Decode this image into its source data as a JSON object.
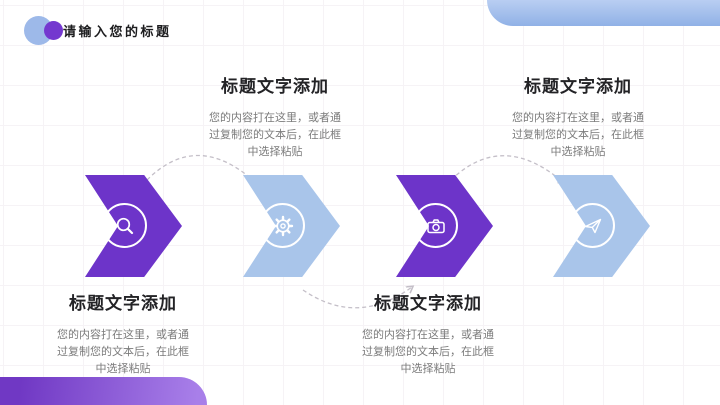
{
  "slide_title": "请输入您的标题",
  "steps": [
    {
      "title": "标题文字添加",
      "body": "您的内容打在这里，或者通过复制您的文本后，在此框中选择粘贴",
      "icon": "search-icon",
      "arrow_color": "#6D34C9"
    },
    {
      "title": "标题文字添加",
      "body": "您的内容打在这里，或者通过复制您的文本后，在此框中选择粘贴",
      "icon": "gear-icon",
      "arrow_color": "#A9C5EA"
    },
    {
      "title": "标题文字添加",
      "body": "您的内容打在这里，或者通过复制您的文本后，在此框中选择粘贴",
      "icon": "camera-icon",
      "arrow_color": "#6D34C9"
    },
    {
      "title": "标题文字添加",
      "body": "您的内容打在这里，或者通过复制您的文本后，在此框中选择粘贴",
      "icon": "paper-plane-icon",
      "arrow_color": "#A9C5EA"
    }
  ],
  "colors": {
    "purple": "#6D34C9",
    "light_blue": "#A9C5EA",
    "header_dot_blue": "#9DB9E9",
    "header_dot_purple": "#7438CF",
    "title_text": "#1D1D1F",
    "body_text": "#7B7B7B",
    "connector_line": "#C4BFC8"
  }
}
